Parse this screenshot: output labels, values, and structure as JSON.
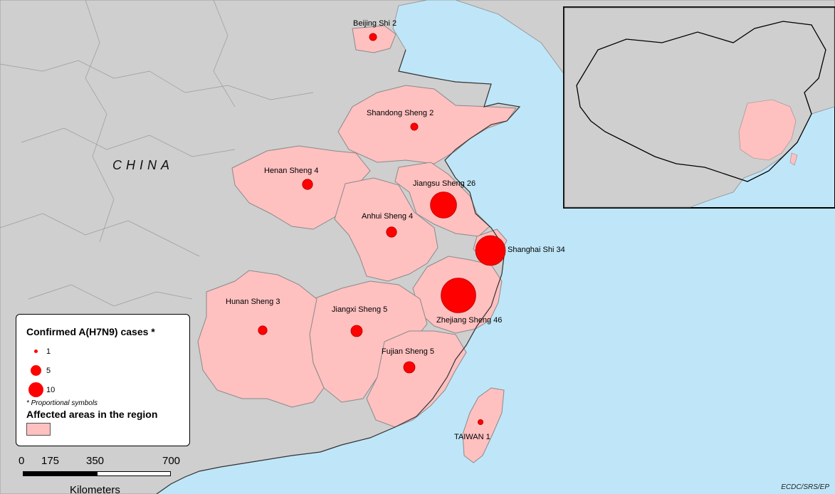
{
  "country_label": "CHINA",
  "legend": {
    "cases_title": "Confirmed A(H7N9) cases *",
    "classes": [
      {
        "label": "1",
        "cases": 1
      },
      {
        "label": "5",
        "cases": 5
      },
      {
        "label": "10",
        "cases": 10
      }
    ],
    "note": "* Proportional symbols",
    "areas_title": "Affected areas in the region"
  },
  "provinces": [
    {
      "label": "Beijing Shi 2",
      "cases": 2
    },
    {
      "label": "Shandong Sheng 2",
      "cases": 2
    },
    {
      "label": "Henan Sheng 4",
      "cases": 4
    },
    {
      "label": "Jiangsu Sheng 26",
      "cases": 26
    },
    {
      "label": "Anhui Sheng 4",
      "cases": 4
    },
    {
      "label": "Shanghai Shi 34",
      "cases": 34
    },
    {
      "label": "Hunan Sheng 3",
      "cases": 3
    },
    {
      "label": "Jiangxi Sheng 5",
      "cases": 5
    },
    {
      "label": "Zhejiang Sheng 46",
      "cases": 46
    },
    {
      "label": "Fujian Sheng 5",
      "cases": 5
    },
    {
      "label": "TAIWAN 1",
      "cases": 1
    }
  ],
  "scalebar": {
    "ticks": [
      "0",
      "175",
      "350",
      "700"
    ],
    "unit": "Kilometers"
  },
  "credit": "ECDC/SRS/EP",
  "colors": {
    "sea": "#bfe6f8",
    "land": "#cfcfcf",
    "affected": "#ffc0c0",
    "case_symbol": "#ff0000"
  }
}
